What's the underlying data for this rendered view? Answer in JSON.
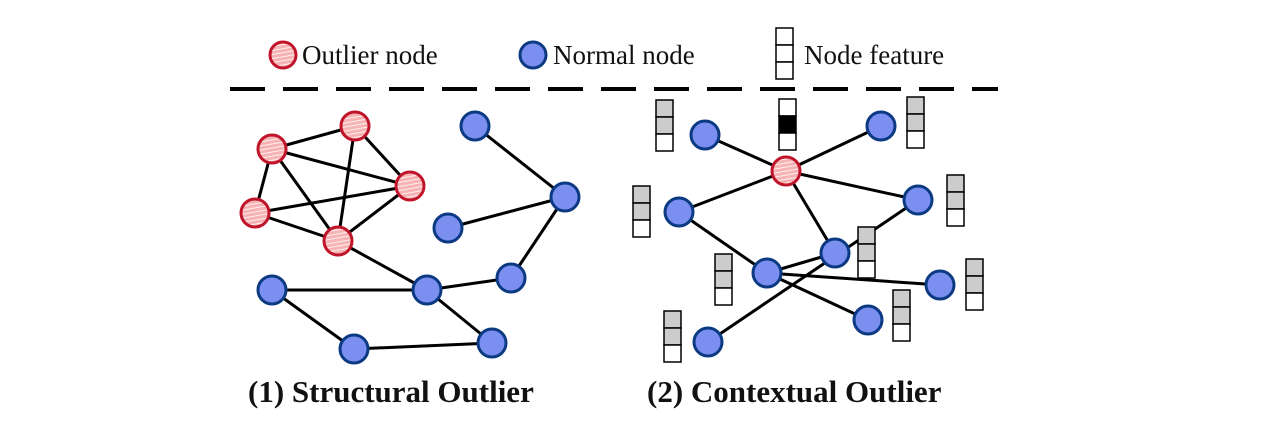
{
  "legend": {
    "outlier_label": "Outlier node",
    "normal_label": "Normal node",
    "feature_label": "Node feature"
  },
  "colors": {
    "outlier_fill": "#f7b3b3",
    "outlier_stroke": "#c0142a",
    "normal_fill": "#7b8ff0",
    "normal_stroke": "#0b3a82",
    "feature_gray": "#cccccc",
    "feature_dark": "#000000",
    "edge": "#000000"
  },
  "panels": [
    {
      "id": "structural",
      "caption": "(1) Structural Outlier",
      "nodes": [
        {
          "id": "o1",
          "type": "outlier"
        },
        {
          "id": "o2",
          "type": "outlier"
        },
        {
          "id": "o3",
          "type": "outlier"
        },
        {
          "id": "o4",
          "type": "outlier"
        },
        {
          "id": "o5",
          "type": "outlier"
        },
        {
          "id": "n1",
          "type": "normal"
        },
        {
          "id": "n2",
          "type": "normal"
        },
        {
          "id": "n3",
          "type": "normal"
        },
        {
          "id": "n4",
          "type": "normal"
        },
        {
          "id": "n5",
          "type": "normal"
        },
        {
          "id": "n6",
          "type": "normal"
        },
        {
          "id": "n7",
          "type": "normal"
        },
        {
          "id": "n8",
          "type": "normal"
        }
      ],
      "edges": [
        [
          "o1",
          "o2"
        ],
        [
          "o1",
          "o3"
        ],
        [
          "o1",
          "o4"
        ],
        [
          "o1",
          "o5"
        ],
        [
          "o2",
          "o3"
        ],
        [
          "o2",
          "o5"
        ],
        [
          "o3",
          "o4"
        ],
        [
          "o3",
          "o5"
        ],
        [
          "o4",
          "o5"
        ],
        [
          "o5",
          "n6"
        ],
        [
          "n1",
          "n2"
        ],
        [
          "n2",
          "n3"
        ],
        [
          "n2",
          "n4"
        ],
        [
          "n4",
          "n6"
        ],
        [
          "n5",
          "n6"
        ],
        [
          "n6",
          "n8"
        ],
        [
          "n5",
          "n7"
        ],
        [
          "n7",
          "n8"
        ]
      ]
    },
    {
      "id": "contextual",
      "caption": "(2) Contextual Outlier",
      "nodes": [
        {
          "id": "c0",
          "type": "outlier",
          "feature": [
            "white",
            "black",
            "white"
          ]
        },
        {
          "id": "c1",
          "type": "normal",
          "feature": [
            "gray",
            "gray",
            "white"
          ]
        },
        {
          "id": "c2",
          "type": "normal",
          "feature": [
            "gray",
            "gray",
            "white"
          ]
        },
        {
          "id": "c3",
          "type": "normal",
          "feature": [
            "gray",
            "gray",
            "white"
          ]
        },
        {
          "id": "c4",
          "type": "normal",
          "feature": [
            "gray",
            "gray",
            "white"
          ]
        },
        {
          "id": "c5",
          "type": "normal",
          "feature": [
            "gray",
            "gray",
            "white"
          ]
        },
        {
          "id": "c6",
          "type": "normal",
          "feature": [
            "gray",
            "gray",
            "white"
          ]
        },
        {
          "id": "c7",
          "type": "normal",
          "feature": [
            "gray",
            "gray",
            "white"
          ]
        },
        {
          "id": "c8",
          "type": "normal",
          "feature": [
            "gray",
            "gray",
            "white"
          ]
        },
        {
          "id": "c9",
          "type": "normal",
          "feature": [
            "gray",
            "gray",
            "white"
          ]
        }
      ],
      "edges": [
        [
          "c0",
          "c1"
        ],
        [
          "c0",
          "c2"
        ],
        [
          "c0",
          "c3"
        ],
        [
          "c0",
          "c4"
        ],
        [
          "c0",
          "c5"
        ],
        [
          "c3",
          "c6"
        ],
        [
          "c6",
          "c5"
        ],
        [
          "c6",
          "c7"
        ],
        [
          "c6",
          "c8"
        ],
        [
          "c4",
          "c9"
        ]
      ]
    }
  ]
}
